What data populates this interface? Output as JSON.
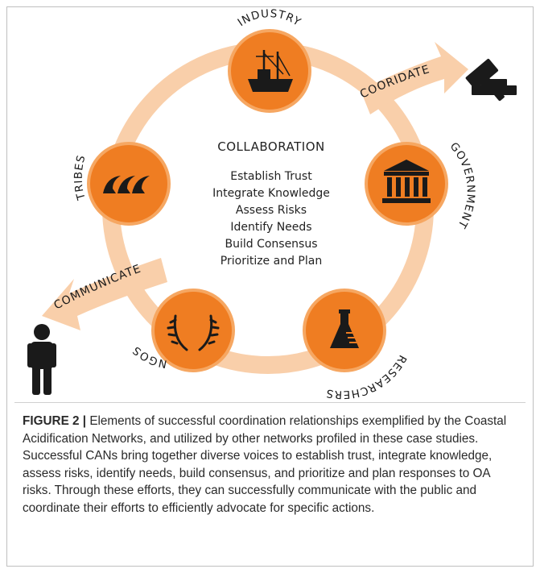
{
  "colors": {
    "ring": "#f9cfaa",
    "node": "#ef7d22",
    "node_rim": "#f6a762",
    "icon": "#1a1a1a"
  },
  "diagram": {
    "center_title": "COLLABORATION",
    "center_items": [
      "Establish Trust",
      "Integrate Knowledge",
      "Assess Risks",
      "Identify Needs",
      "Build Consensus",
      "Prioritize and Plan"
    ],
    "nodes": [
      {
        "label": "INDUSTRY",
        "icon": "fishing-boat-icon"
      },
      {
        "label": "GOVERNMENT",
        "icon": "government-building-icon"
      },
      {
        "label": "RESEARCHERS",
        "icon": "lab-flask-icon"
      },
      {
        "label": "NGOS",
        "icon": "laurel-wreath-icon"
      },
      {
        "label": "TRIBES",
        "icon": "waves-icon"
      }
    ],
    "arrows": [
      {
        "label": "COORIDATE",
        "icon": "gavel-icon"
      },
      {
        "label": "COMMUNICATE",
        "icon": "person-icon"
      }
    ]
  },
  "caption": {
    "figure_label": "FIGURE 2 |",
    "text": " Elements of successful coordination relationships exemplified by the Coastal Acidification Networks, and utilized by other networks profiled in these case studies. Successful CANs bring together diverse voices to establish trust, integrate knowledge, assess risks, identify needs, build consensus, and prioritize and plan responses to OA risks. Through these efforts, they can successfully communicate with the public and coordinate their efforts to efficiently advocate for specific actions."
  }
}
